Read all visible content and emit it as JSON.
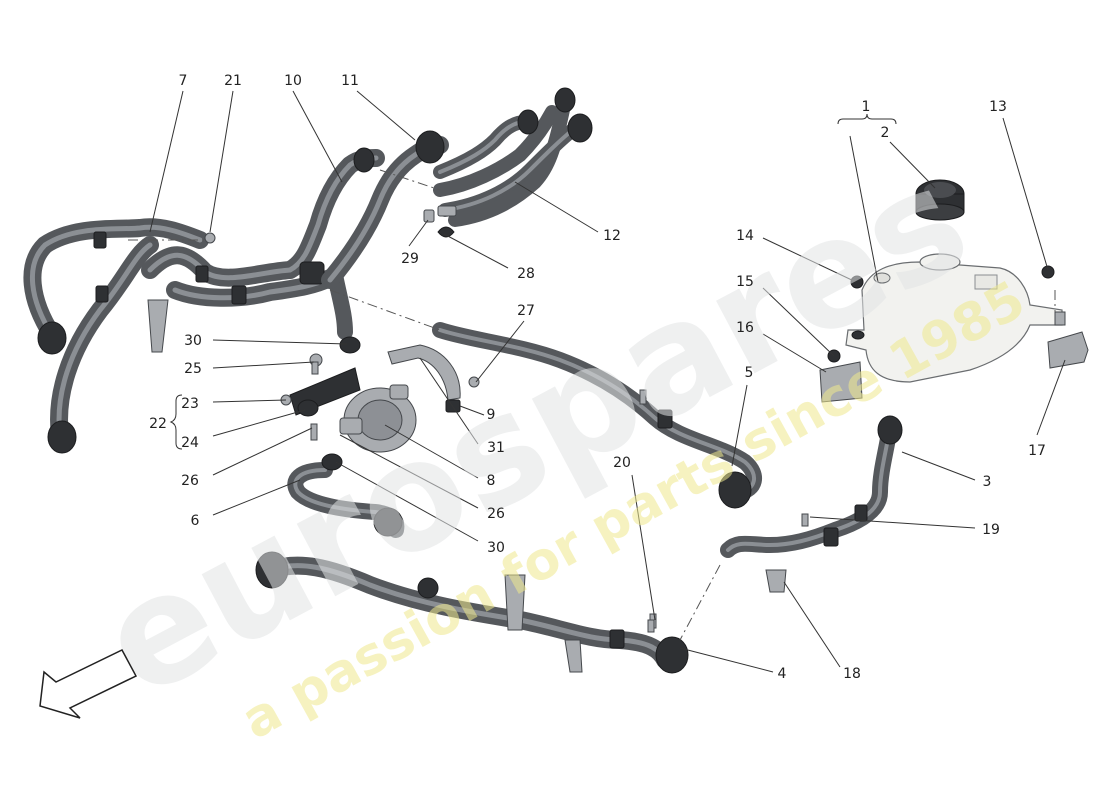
{
  "callouts": [
    {
      "n": "1"
    },
    {
      "n": "2"
    },
    {
      "n": "3"
    },
    {
      "n": "4"
    },
    {
      "n": "5"
    },
    {
      "n": "6"
    },
    {
      "n": "7"
    },
    {
      "n": "8"
    },
    {
      "n": "9"
    },
    {
      "n": "10"
    },
    {
      "n": "11"
    },
    {
      "n": "12"
    },
    {
      "n": "13"
    },
    {
      "n": "14"
    },
    {
      "n": "15"
    },
    {
      "n": "16"
    },
    {
      "n": "17"
    },
    {
      "n": "18"
    },
    {
      "n": "19"
    },
    {
      "n": "20"
    },
    {
      "n": "21"
    },
    {
      "n": "22"
    },
    {
      "n": "23"
    },
    {
      "n": "24"
    },
    {
      "n": "25"
    },
    {
      "n": "26"
    },
    {
      "n": "26"
    },
    {
      "n": "27"
    },
    {
      "n": "28"
    },
    {
      "n": "29"
    },
    {
      "n": "30"
    },
    {
      "n": "30"
    },
    {
      "n": "31"
    }
  ],
  "watermark": {
    "brand": "eurospares",
    "tagline": "a passion for parts since 1985"
  },
  "colors": {
    "hose": "#55585c",
    "clamp": "#2e3033",
    "tank": "#f2f2ef",
    "watermark_text": "#e7e9ea",
    "watermark_tagline": "#f4f1b8"
  }
}
